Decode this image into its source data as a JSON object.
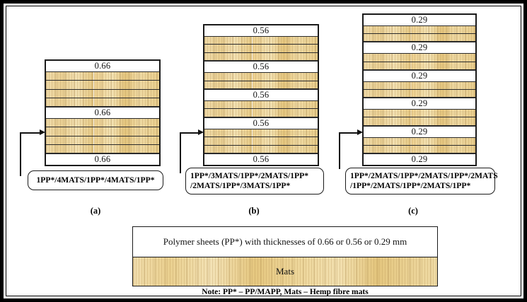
{
  "figure": {
    "stacks": [
      {
        "id": "a",
        "caption": "(a)",
        "code_lines": [
          "1PP*/4MATS/1PP*/4MATS/1PP*"
        ],
        "layers": [
          {
            "type": "pp",
            "label": "0.66"
          },
          {
            "type": "mat",
            "count": 4
          },
          {
            "type": "pp",
            "label": "0.66"
          },
          {
            "type": "mat",
            "count": 4
          },
          {
            "type": "pp",
            "label": "0.66"
          }
        ]
      },
      {
        "id": "b",
        "caption": "(b)",
        "code_lines": [
          "1PP*/3MATS/1PP*/2MATS/1PP*",
          "/2MATS/1PP*/3MATS/1PP*"
        ],
        "layers": [
          {
            "type": "pp",
            "label": "0.56"
          },
          {
            "type": "mat",
            "count": 3
          },
          {
            "type": "pp",
            "label": "0.56"
          },
          {
            "type": "mat",
            "count": 2
          },
          {
            "type": "pp",
            "label": "0.56"
          },
          {
            "type": "mat",
            "count": 2
          },
          {
            "type": "pp",
            "label": "0.56"
          },
          {
            "type": "mat",
            "count": 3
          },
          {
            "type": "pp",
            "label": "0.56"
          }
        ]
      },
      {
        "id": "c",
        "caption": "(c)",
        "code_lines": [
          "1PP*/2MATS/1PP*/2MATS/1PP*/2MATS",
          "/1PP*/2MATS/1PP*/2MATS/1PP*"
        ],
        "layers": [
          {
            "type": "pp",
            "label": "0.29"
          },
          {
            "type": "mat",
            "count": 2
          },
          {
            "type": "pp",
            "label": "0.29"
          },
          {
            "type": "mat",
            "count": 2
          },
          {
            "type": "pp",
            "label": "0.29"
          },
          {
            "type": "mat",
            "count": 2
          },
          {
            "type": "pp",
            "label": "0.29"
          },
          {
            "type": "mat",
            "count": 2
          },
          {
            "type": "pp",
            "label": "0.29"
          },
          {
            "type": "mat",
            "count": 2
          },
          {
            "type": "pp",
            "label": "0.29"
          }
        ]
      }
    ],
    "legend": {
      "polymer_label": "Polymer sheets (PP*) with thicknesses of 0.66 or 0.56 or 0.29 mm",
      "mats_label": "Mats"
    },
    "note": "Note: PP* – PP/MAPP, Mats – Hemp fibre mats",
    "colors": {
      "mat_fill": "#ebd08f",
      "mat_fill_light": "#f3e2b4",
      "mat_fill_dark": "#e3c47d",
      "line": "#1a1a1a",
      "pp_fill": "#ffffff"
    }
  }
}
